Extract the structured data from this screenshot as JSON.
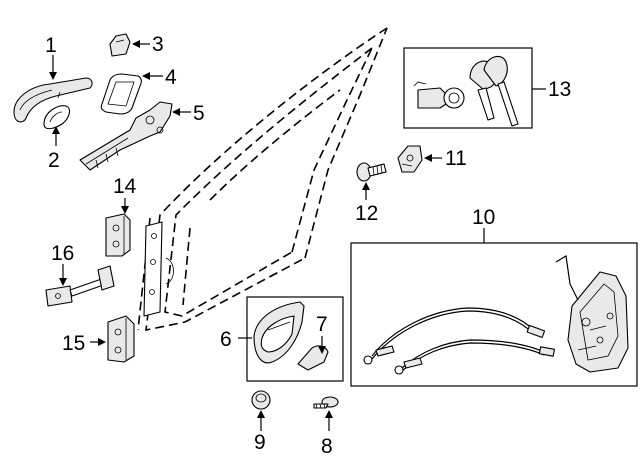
{
  "diagram": {
    "callouts": {
      "c1": "1",
      "c2": "2",
      "c3": "3",
      "c4": "4",
      "c5": "5",
      "c6": "6",
      "c7": "7",
      "c8": "8",
      "c9": "9",
      "c10": "10",
      "c11": "11",
      "c12": "12",
      "c13": "13",
      "c14": "14",
      "c15": "15",
      "c16": "16"
    },
    "colors": {
      "line": "#000000",
      "background": "#ffffff",
      "part_fill": "#e9e9e9"
    }
  }
}
